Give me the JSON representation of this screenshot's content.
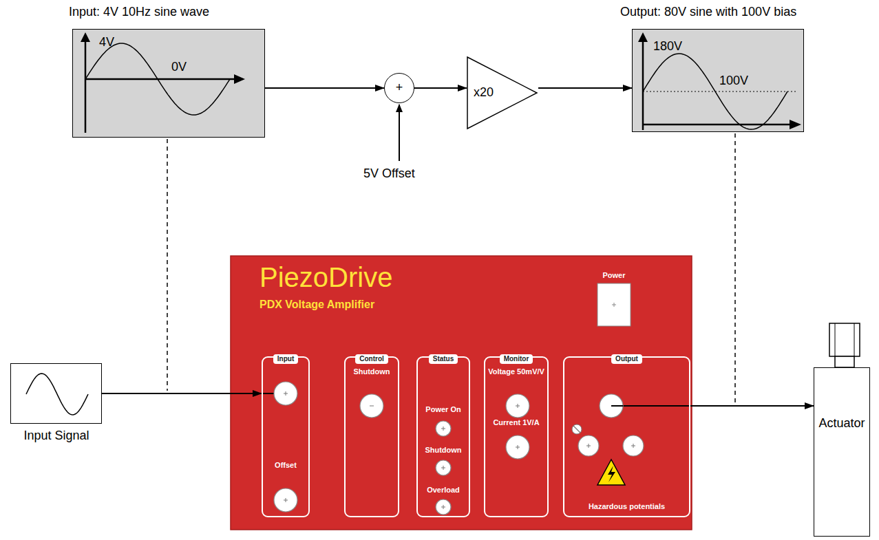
{
  "diagram": {
    "nodes": [
      {
        "text": [
          "Input: 4V 10Hz sine wave",
          "4V",
          "0V"
        ]
      },
      {
        "text": [
          "+"
        ]
      },
      {
        "text": [
          "x20"
        ]
      },
      {
        "text": [
          "Output: 80V sine with 100V bias",
          "180V",
          "100V"
        ]
      },
      {
        "text": [
          "Input Signal"
        ]
      },
      {
        "text": [
          "PiezoDrive",
          "PDX Voltage Amplifier"
        ]
      },
      {
        "text": [
          "Power"
        ],
        "in": 5
      },
      {
        "text": [
          "Input",
          "Offset"
        ],
        "in": 5
      },
      {
        "text": [
          "Control",
          "Shutdown"
        ],
        "in": 5
      },
      {
        "text": [
          "Status",
          "Power On",
          "Shutdown",
          "Overload"
        ],
        "in": 5
      },
      {
        "text": [
          "Monitor",
          "Voltage 50mV/V",
          "Current 1V/A"
        ],
        "in": 5
      },
      {
        "text": [
          "Output",
          "Hazardous potentials"
        ],
        "in": 5
      },
      {
        "text": [
          "Actuator"
        ]
      }
    ],
    "edges": [
      {
        "from": 0,
        "to": 1,
        "arrow": "to"
      },
      {
        "from": 1,
        "to": 2,
        "arrow": "to"
      },
      {
        "from": 2,
        "to": 3,
        "arrow": "to"
      },
      {
        "from": 4,
        "to": 7,
        "arrow": "to"
      },
      {
        "from": 11,
        "to": 12,
        "arrow": "to"
      }
    ],
    "labels": [
      "5V Offset"
    ]
  }
}
